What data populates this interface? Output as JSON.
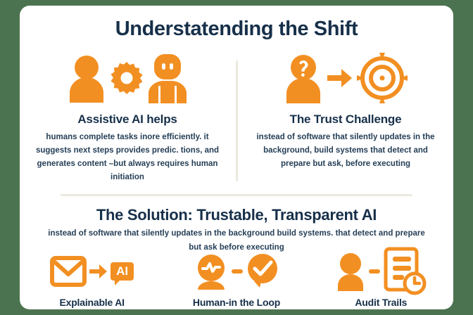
{
  "theme": {
    "background": "#4c7350",
    "card": "#ffffff",
    "accent": "#f28f22",
    "text_dark": "#17304a",
    "divider": "#ece9e0"
  },
  "header": {
    "title": "Understatending the Shift"
  },
  "columns": [
    {
      "heading": "Assistive AI helps",
      "body": "humans complete tasks inore efficiently. it suggests next steps  provides predic. tions, and generates content –but always requires human initiation",
      "icons": [
        "person-icon",
        "gear-icon",
        "robot-icon"
      ]
    },
    {
      "heading": "The Trust Challenge",
      "body": "instead of software that silently updates in the background, build systems that detect and prepare but ask, before executing",
      "icons": [
        "person-question-icon",
        "arrow-right-icon",
        "target-icon"
      ]
    }
  ],
  "solution": {
    "title": "The Solution: Trustable, Transparent AI",
    "body": "instead of software that silently updates in the background  build systems. that detect and prepare but ask before executing",
    "features": [
      {
        "label": "Explainable AI",
        "badge_text": "AI",
        "icons": [
          "envelope-icon",
          "arrow-right-icon",
          "ai-bubble-icon"
        ]
      },
      {
        "label": "Human-in the Loop",
        "icons": [
          "person-pulse-icon",
          "dash-icon",
          "check-bubble-icon"
        ]
      },
      {
        "label": "Audit Trails",
        "icons": [
          "person-profile-icon",
          "dash-icon",
          "document-clock-icon"
        ]
      }
    ]
  }
}
